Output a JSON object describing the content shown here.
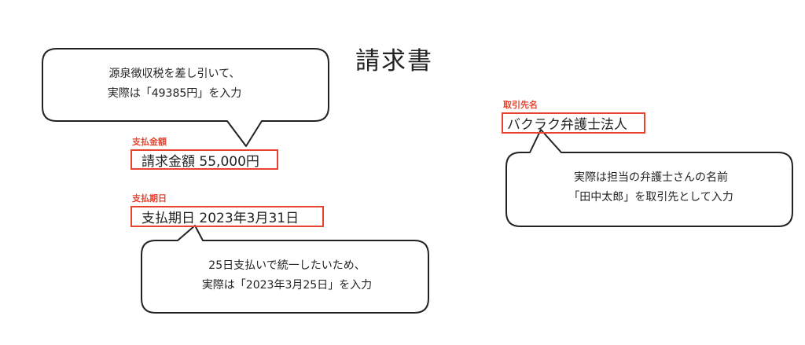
{
  "document": {
    "title": "請求書"
  },
  "fields": {
    "amount": {
      "label": "支払金額",
      "value": "請求金額 55,000円"
    },
    "due_date": {
      "label": "支払期日",
      "value": "支払期日 2023年3月31日"
    },
    "client": {
      "label": "取引先名",
      "value": "バクラク弁護士法人"
    }
  },
  "callouts": {
    "amount_note": {
      "line1": "源泉徴収税を差し引いて、",
      "line2": "実際は「49385円」を入力"
    },
    "due_date_note": {
      "line1": "25日支払いで統一したいため、",
      "line2": "実際は「2023年3月25日」を入力"
    },
    "client_note": {
      "line1": "実際は担当の弁護士さんの名前",
      "line2": "「田中太郎」を取引先として入力"
    }
  },
  "colors": {
    "accent_red": "#e8432e",
    "outline": "#222222",
    "background": "#ffffff"
  }
}
